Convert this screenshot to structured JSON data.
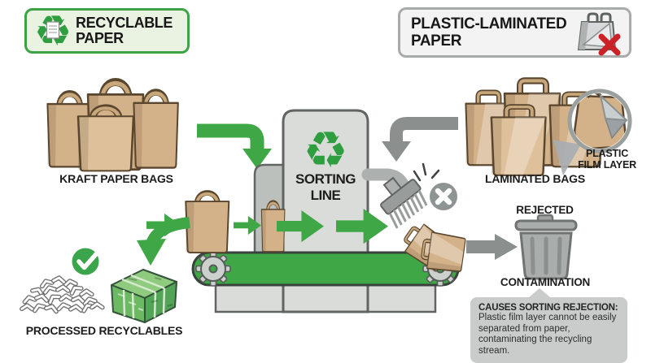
{
  "badges": {
    "recyclable": {
      "line1": "RECYCLABLE",
      "line2": "PAPER"
    },
    "laminated": {
      "line1": "PLASTIC-LAMINATED",
      "line2": "PAPER"
    }
  },
  "labels": {
    "kraft_bags": "KRAFT PAPER BAGS",
    "laminated_bags": "LAMINATED BAGS",
    "film_line1": "PLASTIC",
    "film_line2": "FILM LAYER",
    "sorting_line1": "SORTING",
    "sorting_line2": "LINE",
    "processed": "PROCESSED RECYCLABLES",
    "rejected": "REJECTED",
    "contamination": "CONTAMINATION"
  },
  "callout": {
    "heading": "CAUSES SORTING REJECTION:",
    "body": "Plastic film layer cannot be easily separated from paper, contaminating the recycling stream."
  },
  "icons": {
    "recycle_glyph": "♻",
    "names": [
      "recycle-icon",
      "laminated-bag-icon",
      "reject-x-icon",
      "check-icon",
      "gear-icon",
      "brush-icon",
      "trash-icon",
      "flow-arrow",
      "magnifier-callout"
    ]
  },
  "colors": {
    "accent_green": "#3fa746",
    "badge_green_bg": "#eaf2e2",
    "badge_green_border": "#3da345",
    "bag_tan": "#d3b189",
    "machine_gray": "#dadcd9",
    "flow_gray": "#8b908f",
    "reject_red": "#cb2228",
    "callout_bg": "#c9ccca",
    "bale_green": "#6db963"
  }
}
